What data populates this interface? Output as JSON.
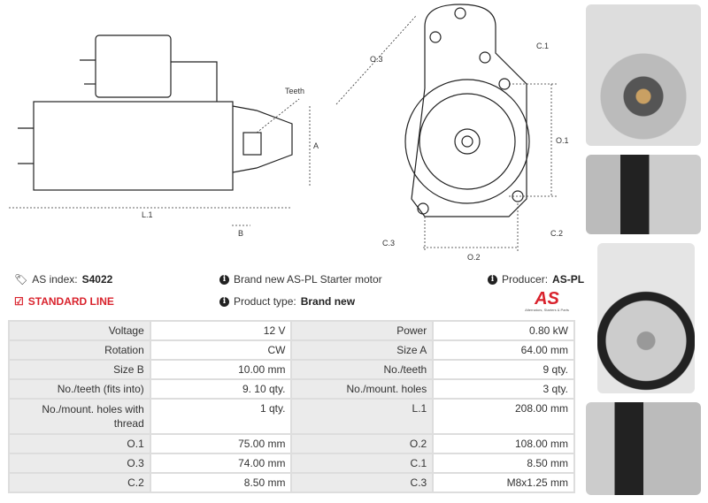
{
  "drawings": {
    "side_labels": {
      "teeth": "Teeth",
      "a": "A",
      "l1": "L.1",
      "b": "B"
    },
    "front_labels": {
      "o3": "O.3",
      "c1": "C.1",
      "o1": "O.1",
      "c3": "C.3",
      "c2": "C.2",
      "o2": "O.2"
    }
  },
  "info": {
    "as_index_label": "AS index:",
    "as_index_value": "S4022",
    "line": "STANDARD LINE",
    "description": "Brand new AS-PL Starter motor",
    "product_type_label": "Product type:",
    "product_type_value": "Brand new",
    "producer_label": "Producer:",
    "producer_value": "AS-PL",
    "logo_text": "AS",
    "logo_tagline": "Alternators, Starters & Parts",
    "accent_color": "#d9232d"
  },
  "specs": [
    [
      "Voltage",
      "12 V",
      "Power",
      "0.80 kW"
    ],
    [
      "Rotation",
      "CW",
      "Size A",
      "64.00 mm"
    ],
    [
      "Size B",
      "10.00 mm",
      "No./teeth",
      "9 qty."
    ],
    [
      "No./teeth (fits into)",
      "9. 10 qty.",
      "No./mount. holes",
      "3 qty."
    ],
    [
      "No./mount. holes with thread",
      "1 qty.",
      "L.1",
      "208.00 mm"
    ],
    [
      "O.1",
      "75.00 mm",
      "O.2",
      "108.00 mm"
    ],
    [
      "O.3",
      "74.00 mm",
      "C.1",
      "8.50 mm"
    ],
    [
      "C.2",
      "8.50 mm",
      "C.3",
      "M8x1.25 mm"
    ]
  ]
}
